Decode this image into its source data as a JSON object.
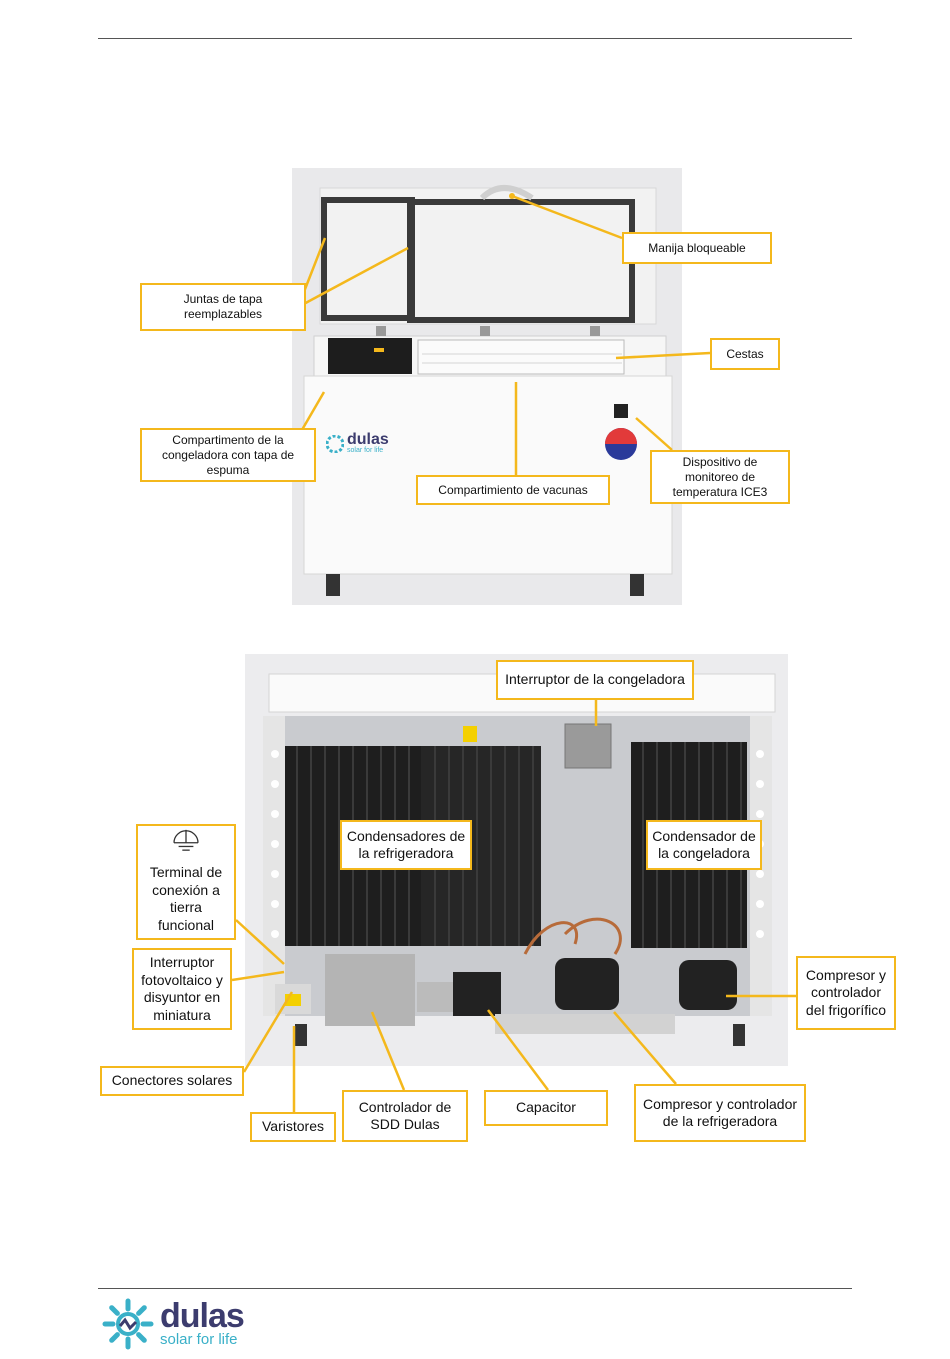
{
  "brand": {
    "name": "dulas",
    "tagline": "solar for life",
    "colors": {
      "navy": "#3c3c6e",
      "teal": "#3ab0c8",
      "callout_border": "#f4b81c"
    }
  },
  "figure_front": {
    "labels": {
      "manija": "Manija bloqueable",
      "juntas": "Juntas de tapa reemplazables",
      "cestas": "Cestas",
      "compartimento_congeladora": "Compartimento de la congeladora con tapa de espuma",
      "compartimiento_vacunas": "Compartimiento de vacunas",
      "dispositivo": "Dispositivo de monitoreo de temperatura ICE3"
    }
  },
  "figure_back": {
    "labels": {
      "interruptor_congeladora": "Interruptor de la congeladora",
      "condensadores_refrigeradora": "Condensadores de la refrigeradora",
      "condensador_congeladora": "Condensador de la congeladora",
      "terminal_tierra": "Terminal de conexión a tierra funcional",
      "interruptor_fv": "Interruptor fotovoltaico y disyuntor en miniatura",
      "compresor_frigorifico": "Compresor y controlador del frigorífico",
      "conectores_solares": "Conectores solares",
      "varistores": "Varistores",
      "controlador_sdd": "Controlador de SDD Dulas",
      "capacitor": "Capacitor",
      "compresor_refrigeradora": "Compresor y controlador de la refrigeradora"
    }
  }
}
